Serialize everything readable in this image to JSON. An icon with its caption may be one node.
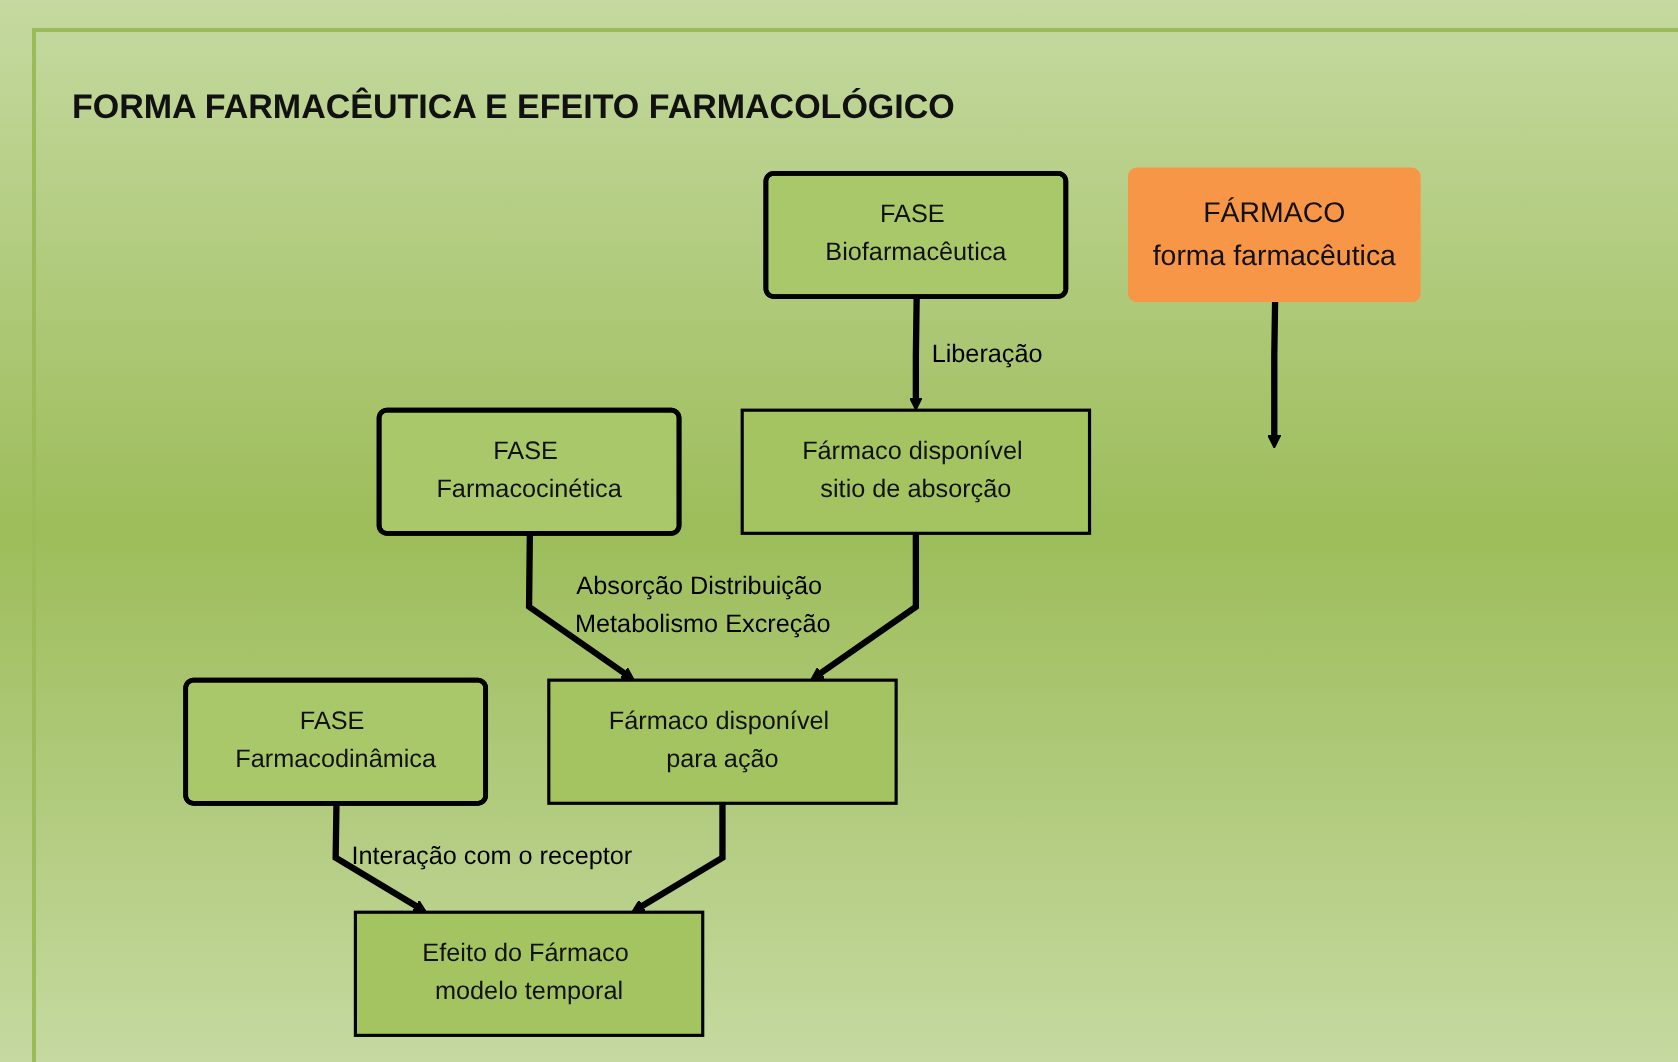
{
  "diagram": {
    "title": "FORMA FARMACÊUTICA E EFEITO FARMACOLÓGICO",
    "nodes": [
      {
        "text": [
          "FÁRMACO",
          "forma farmacêutica"
        ]
      },
      {
        "text": [
          "FASE Biofarmacêutica"
        ]
      },
      {
        "text": [
          "FASE Farmacocinética"
        ]
      },
      {
        "text": [
          "FASE Farmacodinâmica"
        ]
      },
      {
        "text": [
          "Fármaco disponível sitio de absorção"
        ]
      },
      {
        "text": [
          "Fármaco disponível para ação"
        ]
      },
      {
        "text": [
          "Efeito do Fármaco modelo temporal"
        ]
      }
    ],
    "edges": [
      {
        "from": 0,
        "to": null,
        "arrow": "to"
      },
      {
        "from": 1,
        "to": 4,
        "arrow": "to",
        "label": "Liberação"
      },
      {
        "from": 2,
        "to": 5,
        "arrow": "to",
        "label": "Absorção Distribuição Metabolismo Excreção"
      },
      {
        "from": 3,
        "to": 6,
        "arrow": "to",
        "label": "Interação com o receptor"
      },
      {
        "from": 4,
        "to": 5,
        "arrow": "to"
      },
      {
        "from": 5,
        "to": 6,
        "arrow": "to"
      }
    ]
  }
}
